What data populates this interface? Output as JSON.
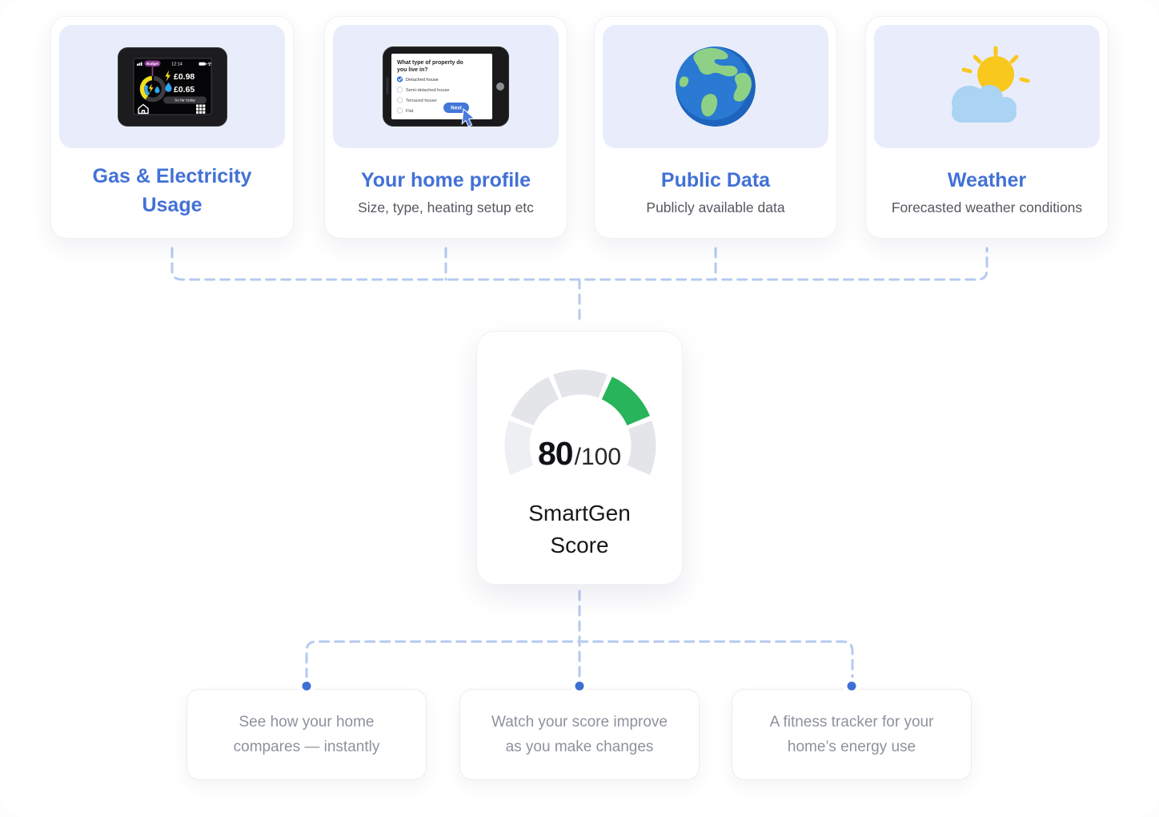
{
  "sources": [
    {
      "title": "Gas & Electricity Usage",
      "subtitle": "",
      "icon": "smart-meter"
    },
    {
      "title": "Your home profile",
      "subtitle": "Size, type, heating setup etc",
      "icon": "tablet-survey"
    },
    {
      "title": "Public Data",
      "subtitle": "Publicly available data",
      "icon": "earth"
    },
    {
      "title": "Weather",
      "subtitle": "Forecasted weather conditions",
      "icon": "sun-cloud"
    }
  ],
  "smart_meter": {
    "badge": "Budget",
    "time": "12:14",
    "electricity_cost": "£0.98",
    "gas_cost": "£0.65",
    "caption": "So far today"
  },
  "survey": {
    "question_line1": "What type of property do",
    "question_line2": "you live in?",
    "options": [
      "Detached house",
      "Semi-detached house",
      "Terraced house",
      "Flat"
    ],
    "selected_option": "Detached house",
    "next_label": "Next"
  },
  "score": {
    "value": "80",
    "denominator": "/100",
    "label_line1": "SmartGen",
    "label_line2": "Score",
    "gauge": {
      "segments": 5,
      "active_segment_index": 3,
      "active_color": "#27b45a",
      "track_color": "#e3e5e9"
    }
  },
  "benefits": [
    {
      "line1": "See how your home",
      "line2": "compares — instantly"
    },
    {
      "line1": "Watch your score improve",
      "line2": "as you make changes"
    },
    {
      "line1": "A fitness tracker for your",
      "line2": "home’s energy use"
    }
  ],
  "colors": {
    "accent_blue": "#4271d7",
    "subtitle_gray": "#54585f",
    "benefit_gray": "#8d929c",
    "connector_line": "#b5c9f2",
    "connector_dot": "#3e6fd3",
    "icon_panel_bg": "#e9edfb",
    "gauge_green": "#27b45a",
    "gauge_gray": "#e3e5e9"
  }
}
